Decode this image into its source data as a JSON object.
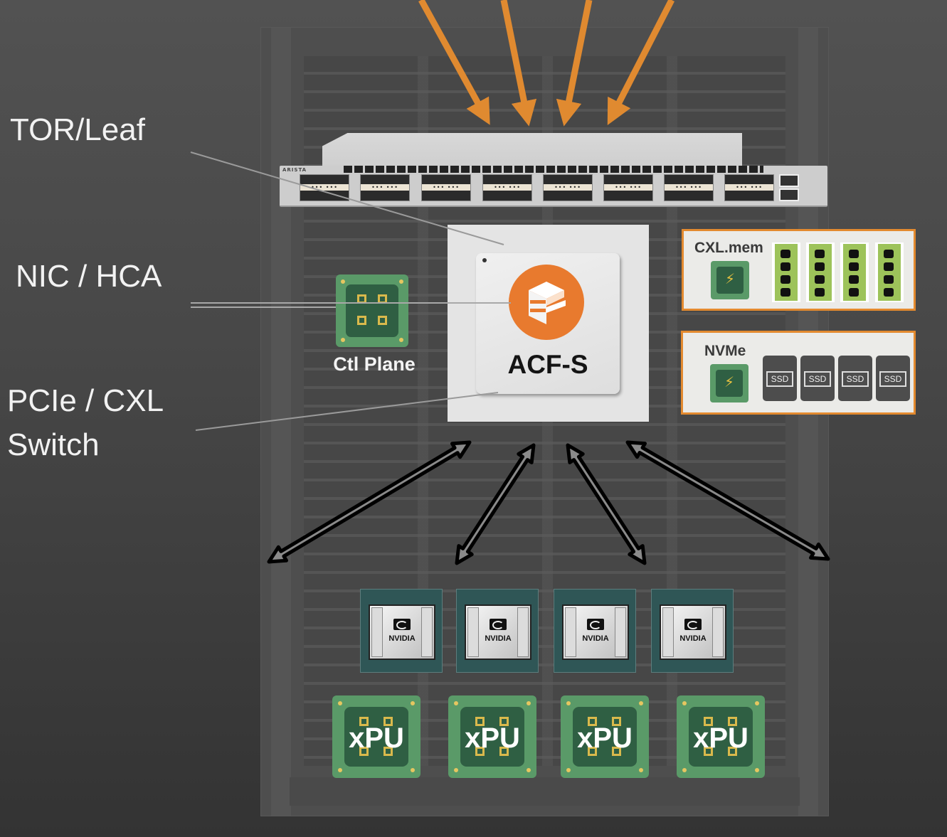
{
  "diagram": {
    "labels": {
      "tor": "TOR/Leaf",
      "nic": "NIC / HCA",
      "pcie": "PCIe / CXL\nSwitch"
    },
    "tor_switch": {
      "brand": "ARISTA",
      "port_cage_count": 8,
      "port_cage_text": "•••  •••"
    },
    "uplinks": {
      "count": 4,
      "color": "#e08a30"
    },
    "acf_chip": {
      "label": "ACF-S",
      "logo_color": "#e87a2e"
    },
    "control_plane": {
      "label": "Ctl Plane"
    },
    "cxl_mem": {
      "title": "CXL.mem",
      "module_count": 4,
      "icon": "bolt-icon",
      "module_color": "#9dc35a"
    },
    "nvme": {
      "title": "NVMe",
      "drive_label": "SSD",
      "drive_count": 4,
      "icon": "bolt-icon"
    },
    "gpus": [
      {
        "brand": "NVIDIA"
      },
      {
        "brand": "NVIDIA"
      },
      {
        "brand": "NVIDIA"
      },
      {
        "brand": "NVIDIA"
      }
    ],
    "xpus": [
      {
        "label": "xPU"
      },
      {
        "label": "xPU"
      },
      {
        "label": "xPU"
      },
      {
        "label": "xPU"
      }
    ],
    "bidirectional_links": {
      "count": 4
    },
    "colors": {
      "accent_orange": "#e38a2f",
      "chip_green": "#5a9a68",
      "chip_green_dark": "#2f5f43",
      "pad_gold": "#d9b94c"
    }
  }
}
